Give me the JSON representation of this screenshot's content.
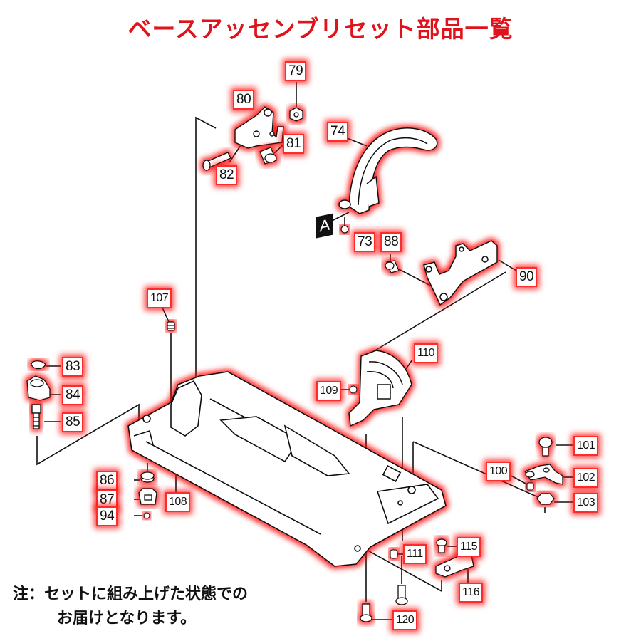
{
  "title": "ベースアッセンブリセット部品一覧",
  "colors": {
    "title": "#e0121a",
    "highlight_glow": "#ff0000",
    "line": "#111111"
  },
  "marker": {
    "label": "A"
  },
  "note": {
    "line1": "注：セットに組み上げた状態での",
    "line2": "お届けとなります。"
  },
  "parts": {
    "p73": "73",
    "p74": "74",
    "p79": "79",
    "p80": "80",
    "p81": "81",
    "p82": "82",
    "p83": "83",
    "p84": "84",
    "p85": "85",
    "p86": "86",
    "p87": "87",
    "p88": "88",
    "p90": "90",
    "p94": "94",
    "p100": "100",
    "p101": "101",
    "p102": "102",
    "p103": "103",
    "p107": "107",
    "p108": "108",
    "p109": "109",
    "p110": "110",
    "p111": "111",
    "p115": "115",
    "p116": "116",
    "p120": "120"
  }
}
